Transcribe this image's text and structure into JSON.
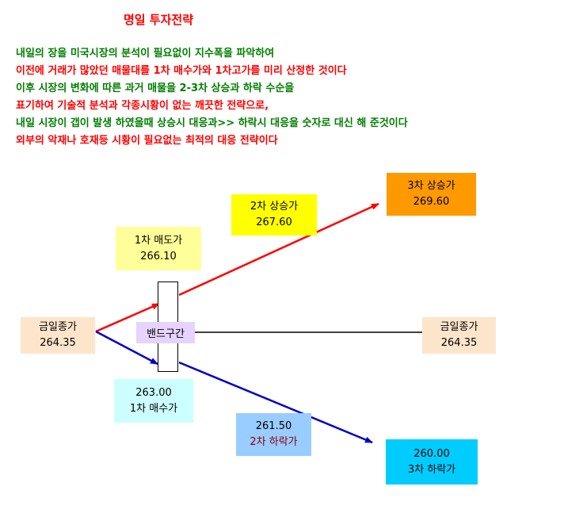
{
  "title": "명일 투자전략",
  "description": [
    {
      "text": "내일의 장을 미국시장의 분석이 필요없이 지수폭을 파악하여",
      "color": "#007f00"
    },
    {
      "text": "이전에 거래가 많았던 매물대를 1차 매수가와 1차고가를 미리 산정한 것이다",
      "color": "#ff0000"
    },
    {
      "text": "이후 시장의 변화에 따른 과거 매물을 2-3차 상승과 하락 수순을",
      "color": "#007f00"
    },
    {
      "text": "표기하여 기술적  분석과 각종시황이 없는 깨끗한 전략으로,",
      "color": "#ff0000"
    },
    {
      "text": "내일 시장이 갭이 발생 하였을때 상승시 대응과>> 하락시 대응을 숫자로 대신 해 준것이다",
      "color": "#007f00"
    },
    {
      "text": "외부의 악재나 호재등  시황이 필요없는 최적의 대응 전략이다",
      "color": "#ff0000"
    }
  ],
  "diagram": {
    "close_left": {
      "label": "금일종가",
      "value": "264.35"
    },
    "close_right": {
      "label": "금일종가",
      "value": "264.35"
    },
    "band": {
      "label": "밴드구간"
    },
    "sell1": {
      "label": "1차 매도가",
      "value": "266.10"
    },
    "rise2": {
      "label": "2차 상승가",
      "value": "267.60"
    },
    "rise3": {
      "label": "3차 상승가",
      "value": "269.60"
    },
    "buy1": {
      "label": "1차 매수가",
      "value": "263.00"
    },
    "fall2": {
      "label": "2차 하락가",
      "value": "261.50"
    },
    "fall3": {
      "label": "3차 하락가",
      "value": "260.00"
    }
  },
  "colors": {
    "up_arrow": "#ff0000",
    "down_arrow": "#0000cc",
    "close_box": "#fde5cc",
    "sell1_box": "#ffff99",
    "rise2_box": "#ffff00",
    "rise3_box": "#ff9900",
    "buy1_box": "#ccffff",
    "fall2_box": "#99ccff",
    "fall3_box": "#00ccff",
    "band_box": "#e6d3ff"
  }
}
